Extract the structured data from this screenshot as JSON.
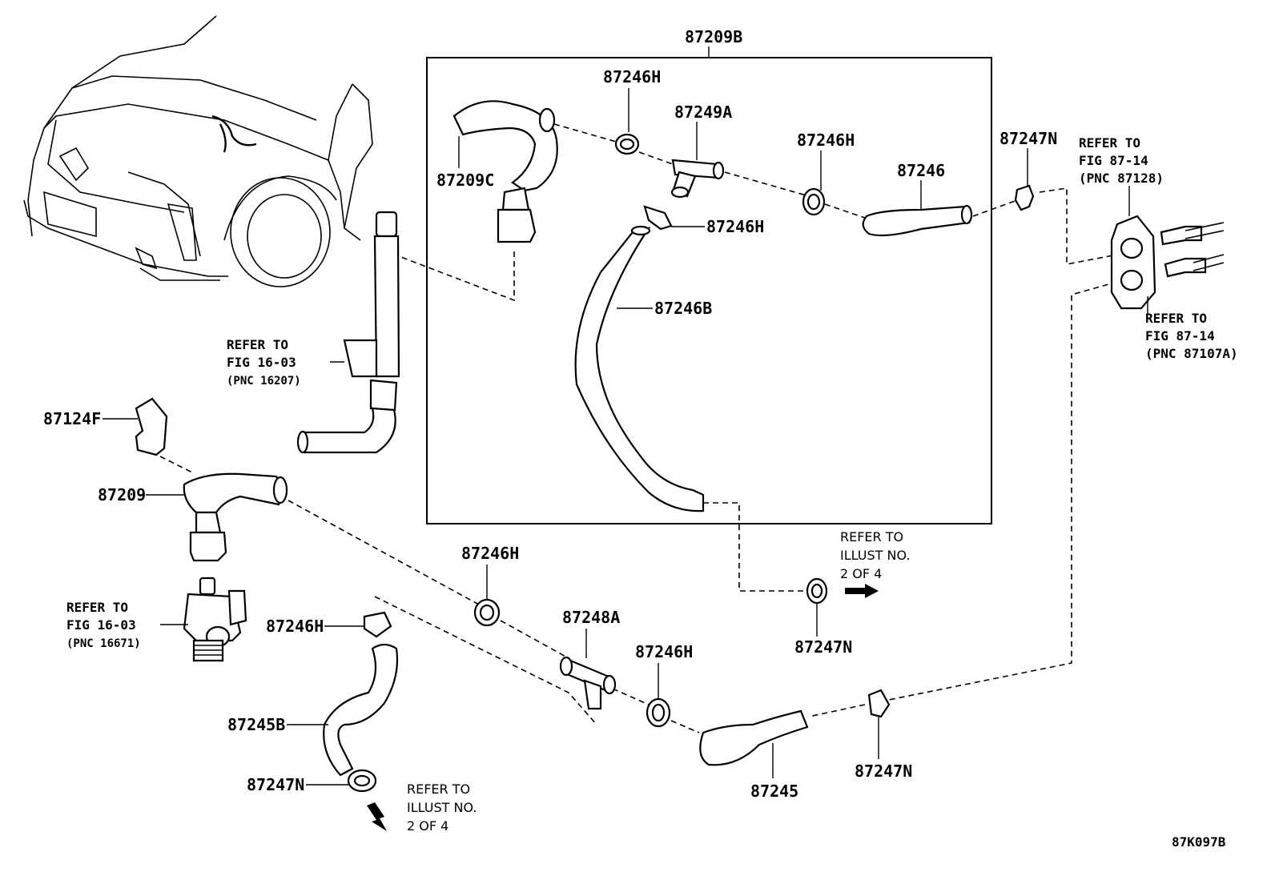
{
  "labels": {
    "assy_box": "87209B",
    "hose_87209C": "87209C",
    "clamp_h_top": "87246H",
    "tee_87249A": "87249A",
    "clamp_h_mid": "87246H",
    "clamp_h_right": "87246H",
    "hose_87246": "87246",
    "hose_87246B": "87246B",
    "clamp_n_topright": "87247N",
    "clip_87124F": "87124F",
    "hose_87209": "87209",
    "clamp_h_lower": "87246H",
    "tee_87248A": "87248A",
    "clamp_h_left": "87246H",
    "clamp_h_lowmid": "87246H",
    "clamp_n_mid": "87247N",
    "hose_87245B": "87245B",
    "clamp_n_bottom": "87247N",
    "hose_87245": "87245",
    "clamp_n_lowright": "87247N"
  },
  "references": {
    "fig_16_03_a": [
      "REFER TO",
      "FIG 16-03",
      "(PNC 16207)"
    ],
    "fig_16_03_b": [
      "REFER TO",
      "FIG 16-03",
      "(PNC 16671)"
    ],
    "fig_87_14_a": [
      "REFER TO",
      "FIG 87-14",
      "(PNC 87128)"
    ],
    "fig_87_14_b": [
      "REFER TO",
      "FIG 87-14",
      "(PNC 87107A)"
    ],
    "illust_a": [
      "REFER TO",
      "ILLUST NO.",
      "2 OF 4"
    ],
    "illust_b": [
      "REFER TO",
      "ILLUST NO.",
      "2 OF 4"
    ]
  },
  "diagram_id": "87K097B"
}
